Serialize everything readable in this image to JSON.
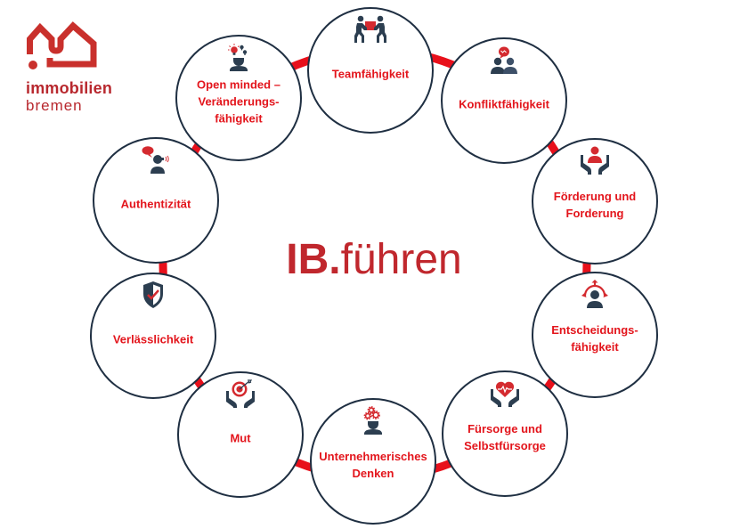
{
  "logo": {
    "icon": "house-logo-icon",
    "name_line1": "immobilien",
    "name_line2": "bremen"
  },
  "title": {
    "prefix": "IB.",
    "suffix": "führen"
  },
  "colors": {
    "brand_red": "#c0272d",
    "label_red": "#e3151c",
    "connector_red": "#e8101b",
    "navy": "#1f2f42"
  },
  "ring": {
    "items": [
      {
        "id": "teamfaehigkeit",
        "icon": "team-carry-icon",
        "lines": [
          "Teamfähigkeit"
        ]
      },
      {
        "id": "konfliktfaehigkeit",
        "icon": "conflict-people-icon",
        "lines": [
          "Konfliktfähigkeit"
        ]
      },
      {
        "id": "foerderung",
        "icon": "person-in-hands-icon",
        "lines": [
          "Förderung und",
          "Forderung"
        ]
      },
      {
        "id": "entscheidung",
        "icon": "decision-arrows-icon",
        "lines": [
          "Entscheidungs-",
          "fähigkeit"
        ]
      },
      {
        "id": "fuersorge",
        "icon": "heart-in-hands-icon",
        "lines": [
          "Fürsorge und",
          "Selbstfürsorge"
        ]
      },
      {
        "id": "unternehmerisch",
        "icon": "gears-head-icon",
        "lines": [
          "Unternehmerisches",
          "Denken"
        ]
      },
      {
        "id": "mut",
        "icon": "target-in-hands-icon",
        "lines": [
          "Mut"
        ]
      },
      {
        "id": "verlaesslichkeit",
        "icon": "shield-check-icon",
        "lines": [
          "Verlässlichkeit"
        ]
      },
      {
        "id": "authentizitaet",
        "icon": "speaking-person-icon",
        "lines": [
          "Authentizität"
        ]
      },
      {
        "id": "open-minded",
        "icon": "ideas-head-icon",
        "lines": [
          "Open minded –",
          "Veränderungs-",
          "fähigkeit"
        ]
      }
    ]
  }
}
